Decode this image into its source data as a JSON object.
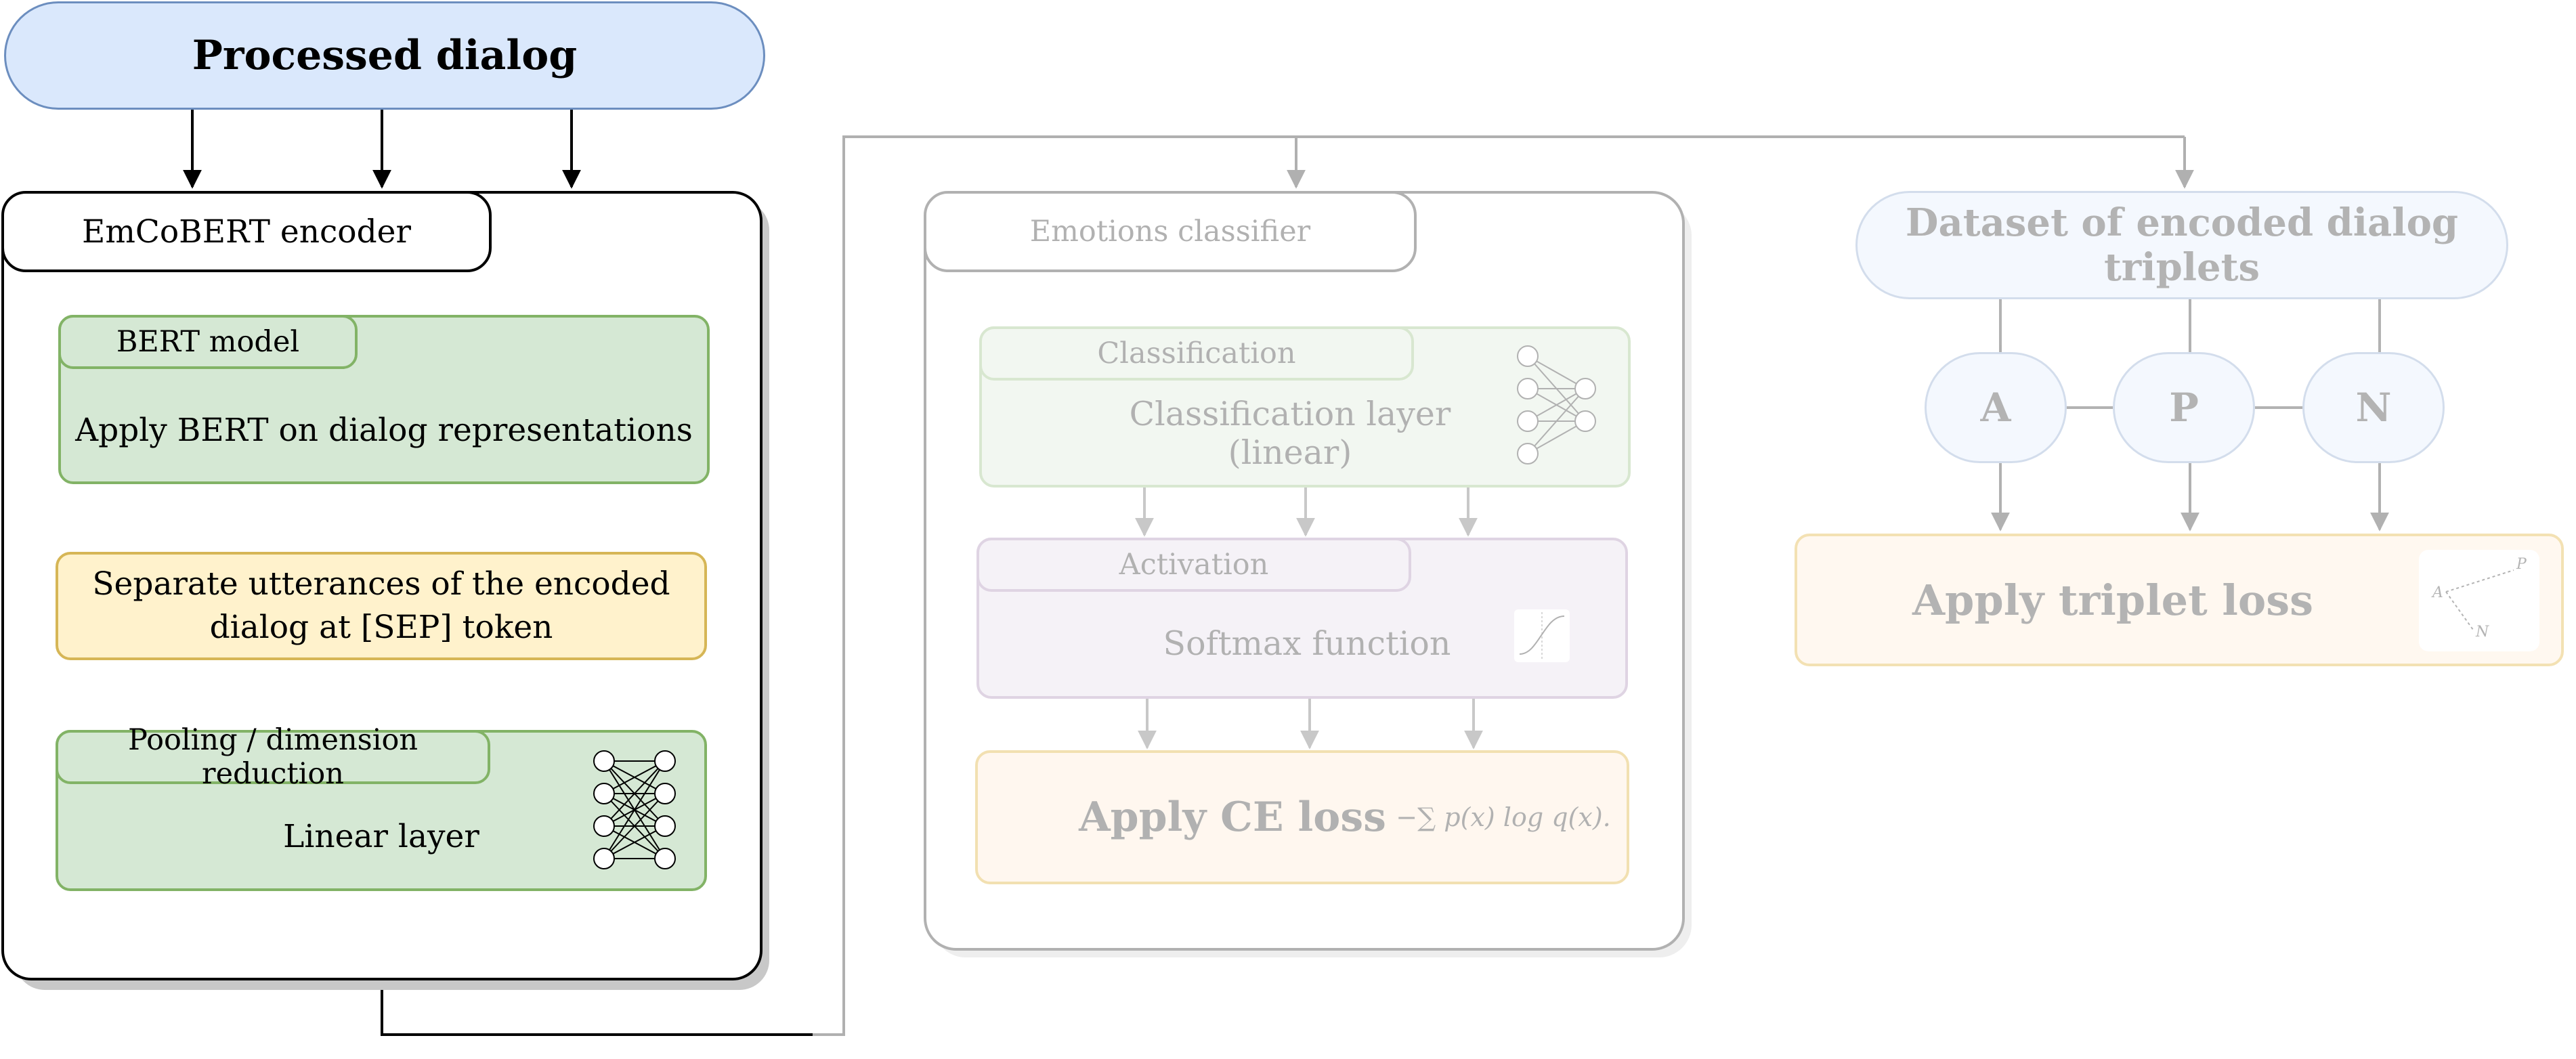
{
  "processed_dialog": "Processed dialog",
  "encoder": {
    "title": "EmCoBERT encoder",
    "bert_tab": "BERT model",
    "bert_text": "Apply BERT on dialog representations",
    "separate_text": "Separate utterances of the encoded dialog at [SEP] token",
    "pooling_tab": "Pooling / dimension reduction",
    "pooling_text": "Linear layer"
  },
  "classifier": {
    "title": "Emotions classifier",
    "classification_tab": "Classification",
    "classification_text": "Classification layer (linear)",
    "activation_tab": "Activation",
    "activation_text": "Softmax function",
    "ce_text": "Apply CE loss",
    "ce_formula": "−∑ p(x) log q(x)."
  },
  "triplet": {
    "title": "Dataset of encoded dialog triplets",
    "node_a": "A",
    "node_p": "P",
    "node_n": "N",
    "loss_text": "Apply triplet loss"
  },
  "colors": {
    "blue_fill": "#dae8fc",
    "blue_stroke": "#6c8ebf",
    "green_fill": "#d5e8d4",
    "green_stroke": "#82b366",
    "yellow_fill": "#fff2cc",
    "yellow_stroke": "#d6b656",
    "purple_fill": "#e1d5e7",
    "purple_stroke": "#9673a6",
    "orange_fill": "#ffe6cc",
    "orange_stroke": "#d79b00"
  }
}
